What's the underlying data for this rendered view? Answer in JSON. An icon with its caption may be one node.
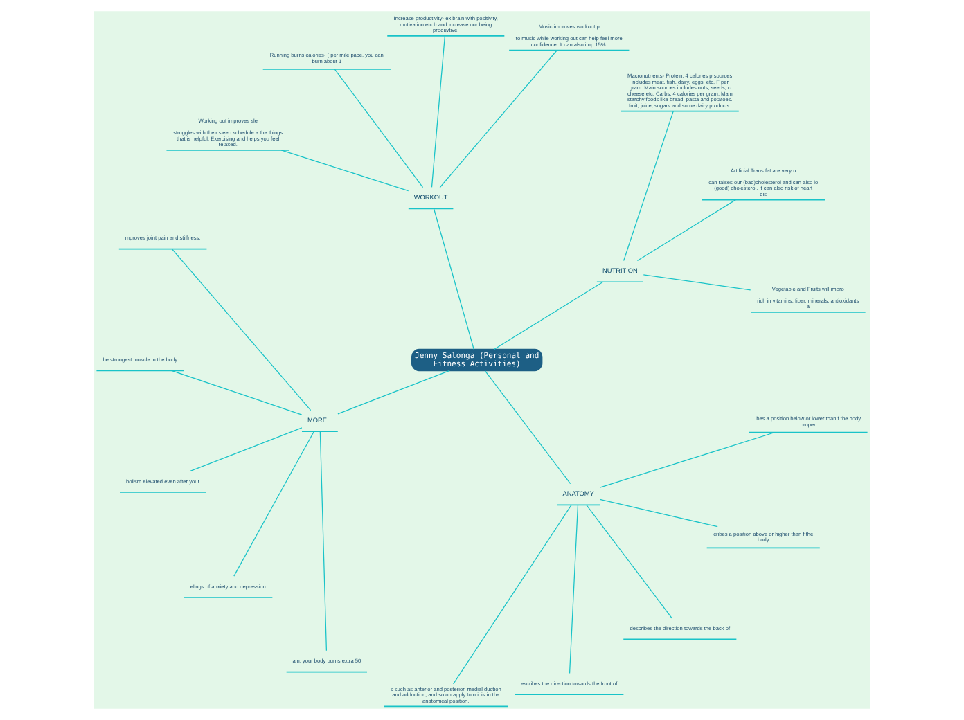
{
  "diagram": {
    "nodes": [
      {
        "text": [
          "Jenny Salonga (Personal and Fitness Activities)"
        ]
      },
      {
        "text": [
          "NUTRITION"
        ]
      },
      {
        "text": [
          "Vegetable and Fruits will impro",
          "rich in vitamins, fiber, minerals, antioxidants a"
        ]
      },
      {
        "text": [
          "Artificial Trans fat are very u",
          "can raises our (bad)cholesterol and can also lo (good) cholesterol. It can also risk of heart dis"
        ]
      },
      {
        "text": [
          "Macronutrients- Protein: 4 calories p sources includes meat, fish, dairy, eggs, etc. F per gram. Main sources includes nuts, seeds, c cheese etc. Carbs: 4 calories per gram. Main starchy foods like bread, pasta and potatoes. fruit, juice, sugars and some dairy products."
        ]
      },
      {
        "text": [
          "WORKOUT"
        ]
      },
      {
        "text": [
          "Music improves workout p",
          "to music while working out can help feel more confidence. It can also imp 15%."
        ]
      },
      {
        "text": [
          "Increase productivity- ex brain with positivity, motivation etc b and increase our being produvtive."
        ]
      },
      {
        "text": [
          "Running burns calories- ( per mile pace, you can burn about 1"
        ]
      },
      {
        "text": [
          "Working out improves sle",
          "struggles with their sleep schedule a the things that is helpful. Exercising and helps you feel relaxed."
        ]
      },
      {
        "text": [
          "MORE..."
        ]
      },
      {
        "text": [
          "mproves joint pain and stiffness."
        ]
      },
      {
        "text": [
          "he strongest muscle in the body"
        ]
      },
      {
        "text": [
          "bolism elevated even after your"
        ]
      },
      {
        "text": [
          "elings of anxiety and depression"
        ]
      },
      {
        "text": [
          "ain, your body burns extra 50"
        ]
      },
      {
        "text": [
          "ANATOMY"
        ]
      },
      {
        "text": [
          "s such as anterior and posterior, medial duction and adduction, and so on apply to n it is in the anatomical position."
        ]
      },
      {
        "text": [
          "escribes the direction towards the front of"
        ]
      },
      {
        "text": [
          "describes the direction towards the back of"
        ]
      },
      {
        "text": [
          "cribes a position above or higher than f the body"
        ]
      },
      {
        "text": [
          "ibes a position below or lower than f the body proper"
        ]
      }
    ],
    "edges": [
      {
        "from": 0,
        "to": 1,
        "arrow": "none"
      },
      {
        "from": 1,
        "to": 2,
        "arrow": "none"
      },
      {
        "from": 1,
        "to": 3,
        "arrow": "none"
      },
      {
        "from": 1,
        "to": 4,
        "arrow": "none"
      },
      {
        "from": 0,
        "to": 5,
        "arrow": "none"
      },
      {
        "from": 5,
        "to": 6,
        "arrow": "none"
      },
      {
        "from": 5,
        "to": 7,
        "arrow": "none"
      },
      {
        "from": 5,
        "to": 8,
        "arrow": "none"
      },
      {
        "from": 5,
        "to": 9,
        "arrow": "none"
      },
      {
        "from": 0,
        "to": 10,
        "arrow": "none"
      },
      {
        "from": 10,
        "to": 11,
        "arrow": "none"
      },
      {
        "from": 10,
        "to": 12,
        "arrow": "none"
      },
      {
        "from": 10,
        "to": 13,
        "arrow": "none"
      },
      {
        "from": 10,
        "to": 14,
        "arrow": "none"
      },
      {
        "from": 10,
        "to": 15,
        "arrow": "none"
      },
      {
        "from": 0,
        "to": 16,
        "arrow": "none"
      },
      {
        "from": 16,
        "to": 17,
        "arrow": "none"
      },
      {
        "from": 16,
        "to": 18,
        "arrow": "none"
      },
      {
        "from": 16,
        "to": 19,
        "arrow": "none"
      },
      {
        "from": 16,
        "to": 20,
        "arrow": "none"
      },
      {
        "from": 16,
        "to": 21,
        "arrow": "none"
      }
    ]
  }
}
